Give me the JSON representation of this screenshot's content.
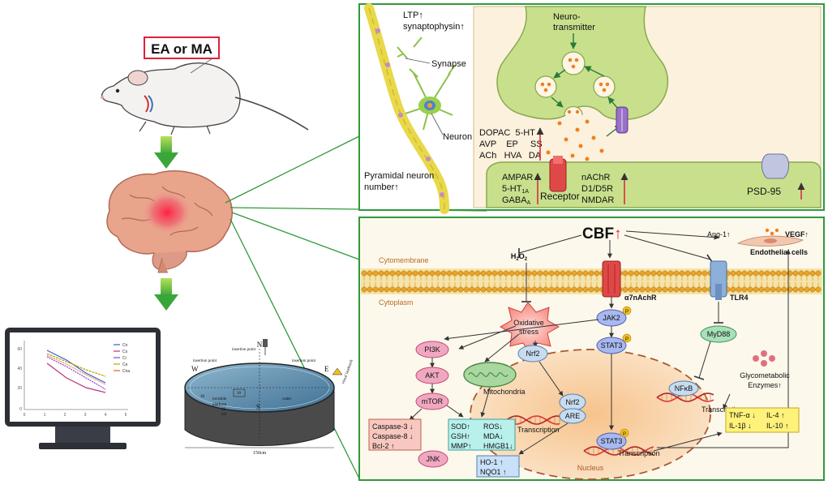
{
  "treatment_label": "EA or MA",
  "synapse_panel": {
    "ltp": "LTP↑",
    "synaptophysin": "synaptophysin↑",
    "synapse": "Synapse",
    "neuron": "Neuron",
    "pyramidal_1": "Pyramidal neuron",
    "pyramidal_2": "number↑",
    "neurotransmitter_1": "Neuro-",
    "neurotransmitter_2": "transmitter",
    "nt_row1": "DOPAC  5-HT",
    "nt_row2": "AVP    EP     SS",
    "nt_row3": "ACh   HVA   DA",
    "receptors_left_1": "AMPAR",
    "receptors_left_2": "5-HT",
    "receptors_left_2_sub": "1A",
    "receptors_left_3": "GABA",
    "receptors_left_3_sub": "A",
    "receptor": "Receptor",
    "receptors_right_1": "nAChR",
    "receptors_right_2": "D1/D5R",
    "receptors_right_3": "NMDAR",
    "psd95": "PSD-95"
  },
  "cbf_panel": {
    "cbf": "CBF",
    "ang1": "Ang-1↑",
    "vegf": "VEGF↑",
    "endothelial": "Endothelial cells",
    "cytomembrane": "Cytomembrane",
    "cytoplasm": "Cytoplasm",
    "h2o2": "H",
    "h2o2_sub1": "2",
    "h2o2_o": "O",
    "h2o2_sub2": "2",
    "a7": "α7nAchR",
    "tlr4": "TLR4",
    "oxidative_1": "Oxidative",
    "oxidative_2": "stress",
    "jak2": "JAK2",
    "stat3": "STAT3",
    "p": "P",
    "myd88": "MyD88",
    "pi3k": "PI3K",
    "akt": "AKT",
    "mtor": "mTOR",
    "nrf2": "Nrf2",
    "mitochondria": "Mitochondria",
    "nrf2_nucleus": "Nrf2",
    "are": "ARE",
    "transcription": "Transcription",
    "nfkb": "NFκB",
    "glyco_1": "Glycometabolic",
    "glyco_2": "Enzymes↑",
    "caspase3": "Caspase-3 ↓",
    "caspase8": "Caspase-8 ↓",
    "bcl2": "Bcl-2 ↑",
    "jnk": "JNK",
    "sod": "SOD↑",
    "gsh": "GSH↑",
    "mmp": "MMP↑",
    "ros": "ROS↓",
    "mda": "MDA↓",
    "hmgb1": "HMGB1↓",
    "ho1": "HO-1 ↑",
    "nqo1": "NQO1 ↑",
    "tnf": "TNF-α ↓",
    "il4": "IL-4 ↑",
    "il1b": "IL-1β ↓",
    "il10": "IL-10 ↑",
    "nucleus": "Nucleus"
  },
  "water_maze": {
    "north": "N",
    "south": "S",
    "west": "W",
    "east": "E",
    "insertion_left": "insertion point",
    "insertion_mid": "insertion point",
    "insertion_right": "insertion point",
    "invisible_1": "invisible",
    "invisible_2": "platform",
    "water": "water",
    "visual": "visual landmark",
    "diameter": "150cm",
    "d30a": "30",
    "d30b": "30",
    "d28": "28",
    "cm": "cm"
  },
  "monitor_chart": {
    "legend": [
      "Cn",
      "Cs",
      "Ci",
      "Ce",
      "Cna"
    ],
    "legend_colors": [
      "#2f5fd0",
      "#c0307a",
      "#8c3fd0",
      "#b8a400",
      "#e06020"
    ],
    "yticks": [
      "60",
      "40",
      "20",
      "0"
    ],
    "xticks": [
      "0",
      "1",
      "2",
      "3",
      "4",
      "5"
    ]
  },
  "colors": {
    "panel_border": "#2e9a3a",
    "red_label": "#e0203a",
    "arrow_green": "#3aa63a",
    "membrane": "#e0a020"
  }
}
